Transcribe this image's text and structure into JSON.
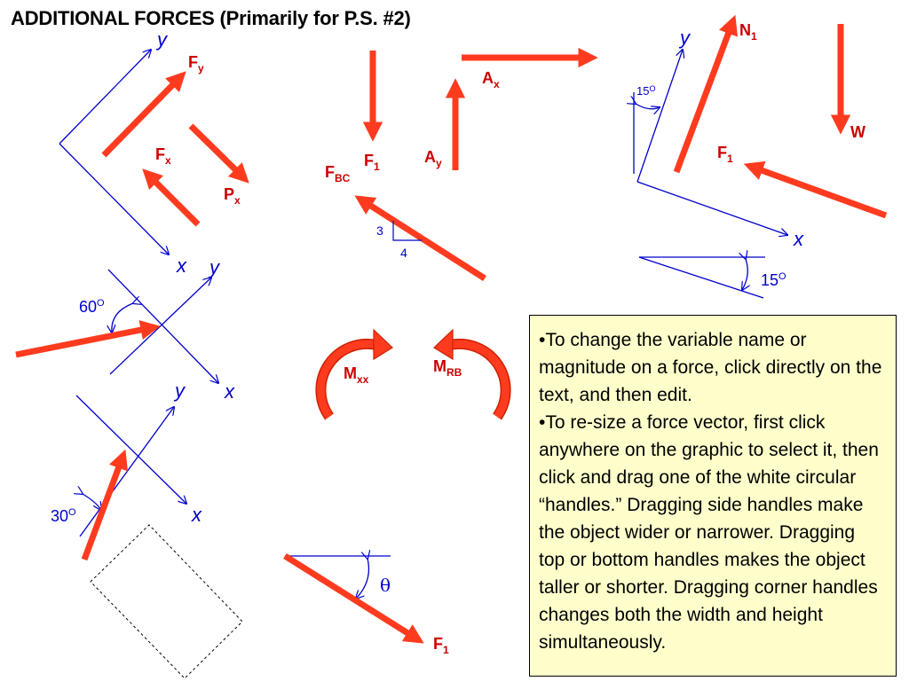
{
  "title": "ADDITIONAL FORCES (Primarily for P.S. #2)",
  "colors": {
    "force": "#ff3b1f",
    "axis": "#0000cc",
    "label": "#cc0000",
    "note_bg": "#ffffcc"
  },
  "forces": {
    "fy": {
      "name": "F",
      "sub": "y"
    },
    "fx": {
      "name": "F",
      "sub": "x"
    },
    "px": {
      "name": "P",
      "sub": "x"
    },
    "f1_down": {
      "name": "F",
      "sub": "1"
    },
    "fbc": {
      "name": "F",
      "sub": "BC"
    },
    "ax": {
      "name": "A",
      "sub": "x"
    },
    "ay": {
      "name": "A",
      "sub": "y"
    },
    "n1": {
      "name": "N",
      "sub": "1"
    },
    "w": {
      "name": "W"
    },
    "f1_slant": {
      "name": "F",
      "sub": "1"
    },
    "f1_theta": {
      "name": "F",
      "sub": "1"
    },
    "mxx": {
      "name": "M",
      "sub": "xx"
    },
    "mrb": {
      "name": "M",
      "sub": "RB"
    }
  },
  "axes": {
    "x": "x",
    "y": "y"
  },
  "angles": {
    "a15": "15",
    "a60": "60",
    "a30": "30",
    "deg": "O",
    "theta": "θ"
  },
  "slope": {
    "rise": "3",
    "run": "4"
  },
  "note": {
    "p1": "•To change the variable name or magnitude on a force, click directly on the text, and then edit.",
    "p2": "•To re-size a force vector, first click anywhere on the graphic to select it, then click and drag  one of the white circular “handles.”  Dragging side handles make the object wider or narrower.  Dragging top or bottom handles makes the object taller or shorter.  Dragging corner handles changes both the width and height simultaneously."
  }
}
